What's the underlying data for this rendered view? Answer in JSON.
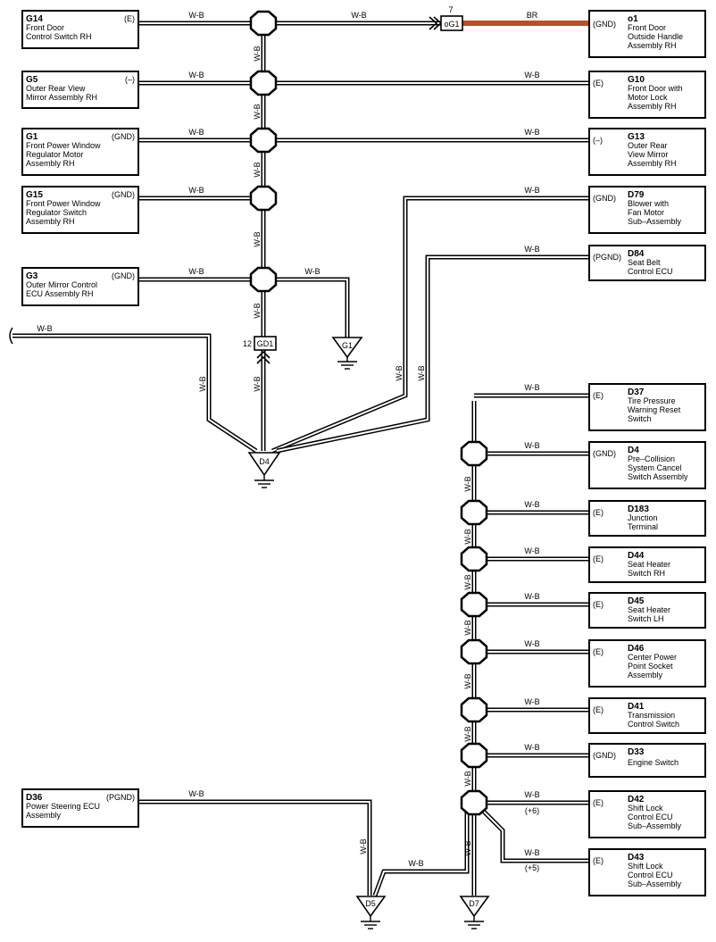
{
  "wire_color": "W-B",
  "br_wire": {
    "label": "BR",
    "color": "#b5512e"
  },
  "components": {
    "g14": {
      "code": "G14",
      "lines": [
        "Front Door",
        "Control Switch RH"
      ],
      "pin": "(E)"
    },
    "g5": {
      "code": "G5",
      "lines": [
        "Outer Rear View",
        "Mirror Assembly RH"
      ],
      "pin": "(–)"
    },
    "g1": {
      "code": "G1",
      "lines": [
        "Front Power Window",
        "Regulator Motor",
        "Assembly RH"
      ],
      "pin": "(GND)"
    },
    "g15": {
      "code": "G15",
      "lines": [
        "Front Power Window",
        "Regulator Switch",
        "Assembly RH"
      ],
      "pin": "(GND)"
    },
    "g3": {
      "code": "G3",
      "lines": [
        "Outer Mirror Control",
        "ECU Assembly RH"
      ],
      "pin": "(GND)"
    },
    "o1": {
      "code": "o1",
      "lines": [
        "Front Door",
        "Outside Handle",
        "Assembly RH"
      ],
      "pin": "(GND)"
    },
    "g10": {
      "code": "G10",
      "lines": [
        "Front Door with",
        "Motor Lock",
        "Assembly RH"
      ],
      "pin": "(E)"
    },
    "g13": {
      "code": "G13",
      "lines": [
        "Outer Rear",
        "View Mirror",
        "Assembly RH"
      ],
      "pin": "(–)"
    },
    "d79": {
      "code": "D79",
      "lines": [
        "Blower with",
        "Fan Motor",
        "Sub–Assembly"
      ],
      "pin": "(GND)"
    },
    "d84": {
      "code": "D84",
      "lines": [
        "Seat Belt",
        "Control ECU"
      ],
      "pin": "(PGND)"
    },
    "d37": {
      "code": "D37",
      "lines": [
        "Tire Pressure",
        "Warning Reset",
        "Switch"
      ],
      "pin": "(E)"
    },
    "d4c": {
      "code": "D4",
      "lines": [
        "Pre–Collision",
        "System Cancel",
        "Switch Assembly"
      ],
      "pin": "(GND)"
    },
    "d183": {
      "code": "D183",
      "lines": [
        "Junction",
        "Terminal"
      ],
      "pin": "(E)"
    },
    "d44": {
      "code": "D44",
      "lines": [
        "Seat Heater",
        "Switch RH"
      ],
      "pin": "(E)"
    },
    "d45": {
      "code": "D45",
      "lines": [
        "Seat Heater",
        "Switch LH"
      ],
      "pin": "(E)"
    },
    "d46": {
      "code": "D46",
      "lines": [
        "Center Power",
        "Point Socket",
        "Assembly"
      ],
      "pin": "(E)"
    },
    "d41": {
      "code": "D41",
      "lines": [
        "Transmission",
        "Control Switch"
      ],
      "pin": "(E)"
    },
    "d33": {
      "code": "D33",
      "lines": [
        "Engine Switch"
      ],
      "pin": "(GND)"
    },
    "d42": {
      "code": "D42",
      "lines": [
        "Shift Lock",
        "Control ECU",
        "Sub–Assembly"
      ],
      "pin": "(E)"
    },
    "d43": {
      "code": "D43",
      "lines": [
        "Shift Lock",
        "Control ECU",
        "Sub–Assembly"
      ],
      "pin": "(E)"
    },
    "d36": {
      "code": "D36",
      "lines": [
        "Power Steering ECU",
        "Assembly"
      ],
      "pin": "(PGND)"
    }
  },
  "connectors": {
    "og1": {
      "name": "oG1",
      "pin": "7"
    },
    "gd1": {
      "name": "GD1",
      "pin": "12"
    }
  },
  "grounds": {
    "g1": "G1",
    "d4": "D4",
    "d5": "D5",
    "d7": "D7"
  },
  "pin_notes": {
    "d42": "(+6)",
    "d43": "(+5)"
  }
}
